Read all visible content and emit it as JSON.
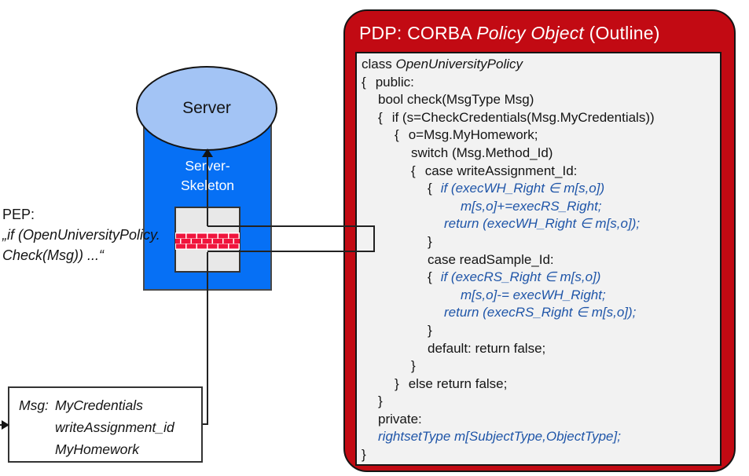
{
  "pdp": {
    "title": {
      "prefix": "PDP: CORBA ",
      "em": "Policy Object",
      "suffix": " (Outline)"
    },
    "code_lines": [
      {
        "indent": 0,
        "segs": [
          {
            "t": "class ",
            "s": "k"
          },
          {
            "t": "OpenUniversityPolicy",
            "s": "i"
          }
        ]
      },
      {
        "indent": 0,
        "segs": [
          {
            "t": "{",
            "s": "k"
          },
          {
            "sp": 12
          },
          {
            "t": "public:",
            "s": "k"
          }
        ]
      },
      {
        "indent": 21,
        "segs": [
          {
            "t": "bool check(MsgType Msg)",
            "s": "k"
          }
        ]
      },
      {
        "indent": 21,
        "segs": [
          {
            "t": "{",
            "s": "k"
          },
          {
            "sp": 12
          },
          {
            "t": "if (s=CheckCredentials(Msg.MyCredentials))",
            "s": "k"
          }
        ]
      },
      {
        "indent": 42,
        "segs": [
          {
            "t": "{",
            "s": "k"
          },
          {
            "sp": 12
          },
          {
            "t": "o=Msg.MyHomework;",
            "s": "k"
          }
        ]
      },
      {
        "indent": 63,
        "segs": [
          {
            "t": "switch (Msg.Method_Id)",
            "s": "k"
          }
        ]
      },
      {
        "indent": 63,
        "segs": [
          {
            "t": "{",
            "s": "k"
          },
          {
            "sp": 12
          },
          {
            "t": "case writeAssignment_Id:",
            "s": "k"
          }
        ]
      },
      {
        "indent": 84,
        "segs": [
          {
            "t": "{",
            "s": "k"
          },
          {
            "sp": 11
          },
          {
            "t": "if (execWH_Right ∈ m[s,o])",
            "s": "b"
          }
        ]
      },
      {
        "indent": 126,
        "segs": [
          {
            "t": "m[s,o]+=execRS_Right;",
            "s": "b"
          }
        ]
      },
      {
        "indent": 105,
        "segs": [
          {
            "t": "return (execWH_Right ∈ m[s,o]);",
            "s": "b"
          }
        ]
      },
      {
        "indent": 84,
        "segs": [
          {
            "t": "}",
            "s": "k"
          }
        ]
      },
      {
        "indent": 84,
        "segs": [
          {
            "t": "case readSample_Id:",
            "s": "k"
          }
        ]
      },
      {
        "indent": 84,
        "segs": [
          {
            "t": "{",
            "s": "k"
          },
          {
            "sp": 11
          },
          {
            "t": "if (execRS_Right ∈ m[s,o])",
            "s": "b"
          }
        ]
      },
      {
        "indent": 126,
        "segs": [
          {
            "t": "m[s,o]-= execWH_Right;",
            "s": "b"
          }
        ]
      },
      {
        "indent": 105,
        "segs": [
          {
            "t": "return (execRS_Right ∈ m[s,o]);",
            "s": "b"
          }
        ]
      },
      {
        "indent": 84,
        "segs": [
          {
            "t": "}",
            "s": "k"
          }
        ]
      },
      {
        "indent": 84,
        "segs": [
          {
            "t": "default: return false;",
            "s": "k"
          }
        ]
      },
      {
        "indent": 63,
        "segs": [
          {
            "t": "}",
            "s": "k"
          }
        ]
      },
      {
        "indent": 42,
        "segs": [
          {
            "t": "}",
            "s": "k"
          },
          {
            "sp": 12
          },
          {
            "t": "else return false;",
            "s": "k"
          }
        ]
      },
      {
        "indent": 21,
        "segs": [
          {
            "t": "}",
            "s": "k"
          }
        ]
      },
      {
        "indent": 21,
        "segs": [
          {
            "t": "private:",
            "s": "k"
          }
        ]
      },
      {
        "indent": 21,
        "segs": [
          {
            "t": "rightsetType m[SubjectType,ObjectType];",
            "s": "b"
          }
        ]
      },
      {
        "indent": 0,
        "segs": [
          {
            "t": "}",
            "s": "k"
          }
        ]
      }
    ]
  },
  "server": {
    "label": "Server",
    "skeleton_line1": "Server-",
    "skeleton_line2": "Skeleton"
  },
  "pep": {
    "label": "PEP:",
    "line1": "„if (OpenUniversityPolicy.",
    "line2": "Check(Msg)) ...“"
  },
  "msg_box": {
    "prefix": "Msg:",
    "items": [
      "MyCredentials",
      "writeAssignment_id",
      "MyHomework"
    ]
  },
  "icons": {
    "firewall": "firewall-brick-icon",
    "arrow_up": "arrow-up-icon",
    "arrow_right": "arrow-right-icon"
  },
  "colors": {
    "pdp_red": "#C20A13",
    "skeleton_blue": "#0670F5",
    "server_ellipse_fill": "#A3C4F5",
    "code_italic_blue": "#1F55A8",
    "brick_red": "#F0143C",
    "code_panel_gray": "#F2F2F2"
  }
}
